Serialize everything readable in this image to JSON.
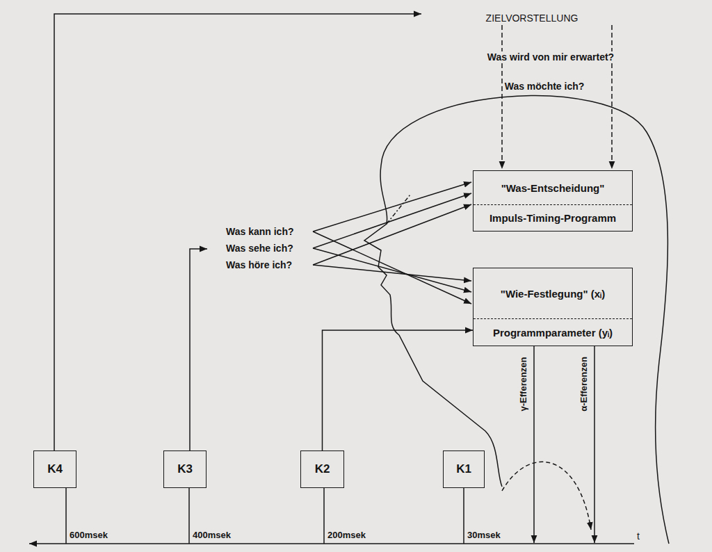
{
  "diagram": {
    "nodes": [
      {
        "text": [
          "\"Was-Entscheidung\"",
          "Impuls-Timing-Programm"
        ]
      },
      {
        "text": [
          "\"Wie-Festlegung\" (xᵢ)",
          "Programmparameter (yᵢ)"
        ]
      },
      {
        "text": [
          "K4"
        ]
      },
      {
        "text": [
          "K3"
        ]
      },
      {
        "text": [
          "K2"
        ]
      },
      {
        "text": [
          "K1"
        ]
      }
    ],
    "edges": [
      {
        "from": 4,
        "to": 1,
        "arrow": "to"
      }
    ],
    "labels": [
      "ZIELVORSTELLUNG",
      "Was wird von mir erwartet?",
      "Was möchte ich?",
      "Was kann ich?",
      "Was sehe ich?",
      "Was höre ich?",
      "γ-Efferenzen",
      "α-Efferenzen",
      "600msek",
      "400msek",
      "200msek",
      "30msek",
      "t"
    ]
  }
}
